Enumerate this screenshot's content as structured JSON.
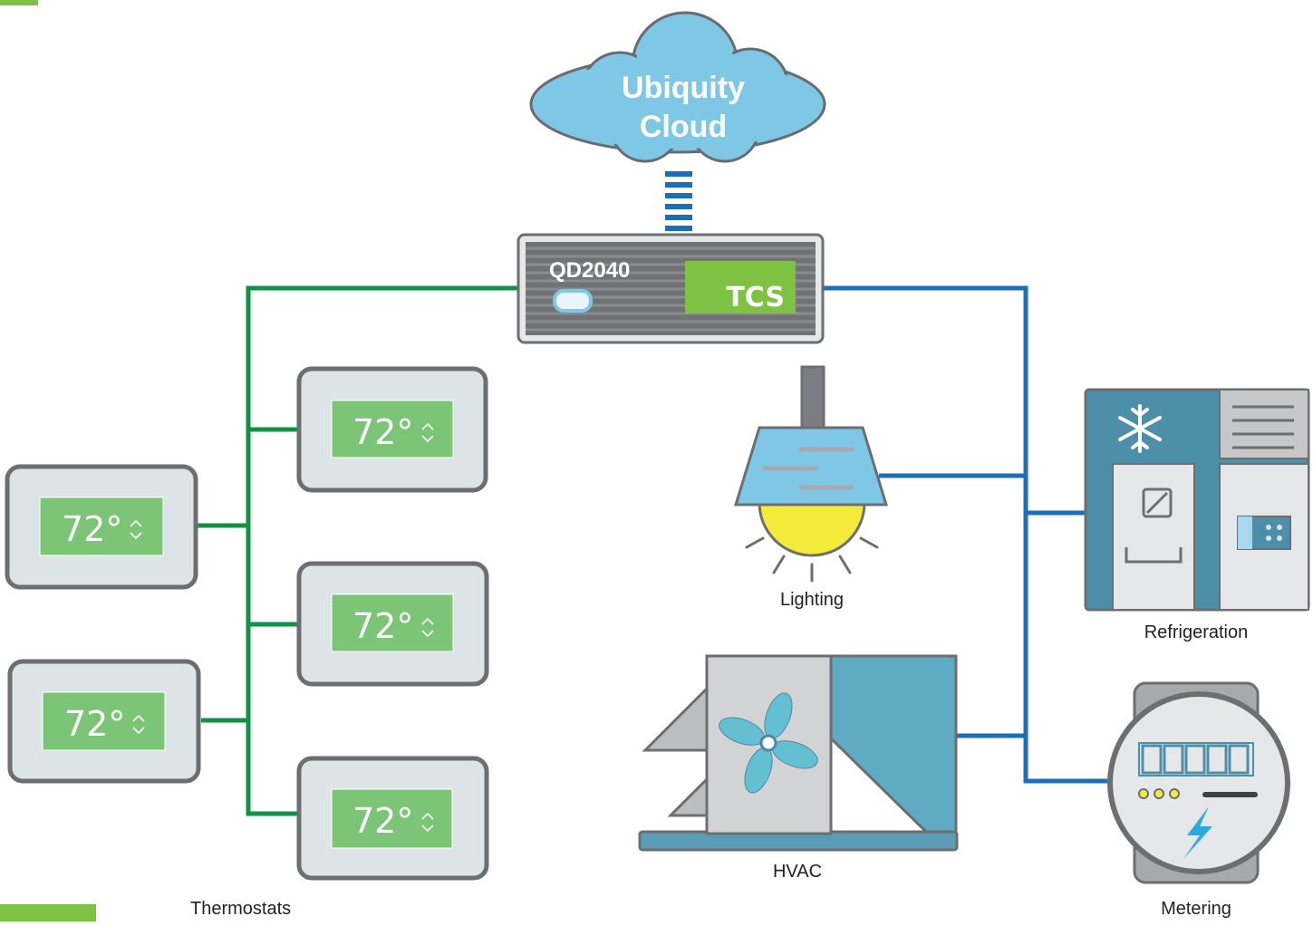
{
  "cloud": {
    "line1": "Ubiquity",
    "line2": "Cloud"
  },
  "controller": {
    "model": "QD2040",
    "brand": "TCS"
  },
  "thermostats": [
    {
      "temp": "72°"
    },
    {
      "temp": "72°"
    },
    {
      "temp": "72°"
    },
    {
      "temp": "72°"
    },
    {
      "temp": "72°"
    }
  ],
  "labels": {
    "thermostats": "Thermostats",
    "lighting": "Lighting",
    "hvac": "HVAC",
    "refrigeration": "Refrigeration",
    "metering": "Metering"
  },
  "colors": {
    "green_bus": "#109146",
    "blue_bus": "#1c6fb6",
    "thermostat_screen": "#7cc576",
    "cloud_fill": "#7ec8e6",
    "accent_green": "#7dc242"
  }
}
